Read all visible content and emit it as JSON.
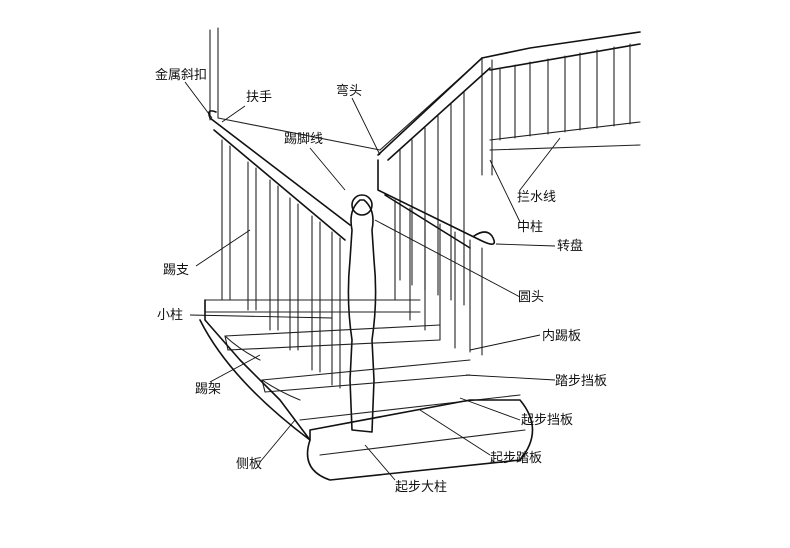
{
  "labels": {
    "metal_bracket": "金属斜扣",
    "handrail": "扶手",
    "gooseneck": "弯头",
    "skirting_line": "踢脚线",
    "kick_brace": "踢支",
    "baluster": "小柱",
    "stringer_bracket": "踢架",
    "side_panel": "侧板",
    "balustrade_line": "拦水线",
    "middle_post": "中柱",
    "volute": "转盘",
    "post_cap": "圆头",
    "inner_riser": "内踢板",
    "step_riser": "踏步挡板",
    "starting_riser": "起步挡板",
    "starting_tread": "起步踏板",
    "newel_post": "起步大柱"
  }
}
